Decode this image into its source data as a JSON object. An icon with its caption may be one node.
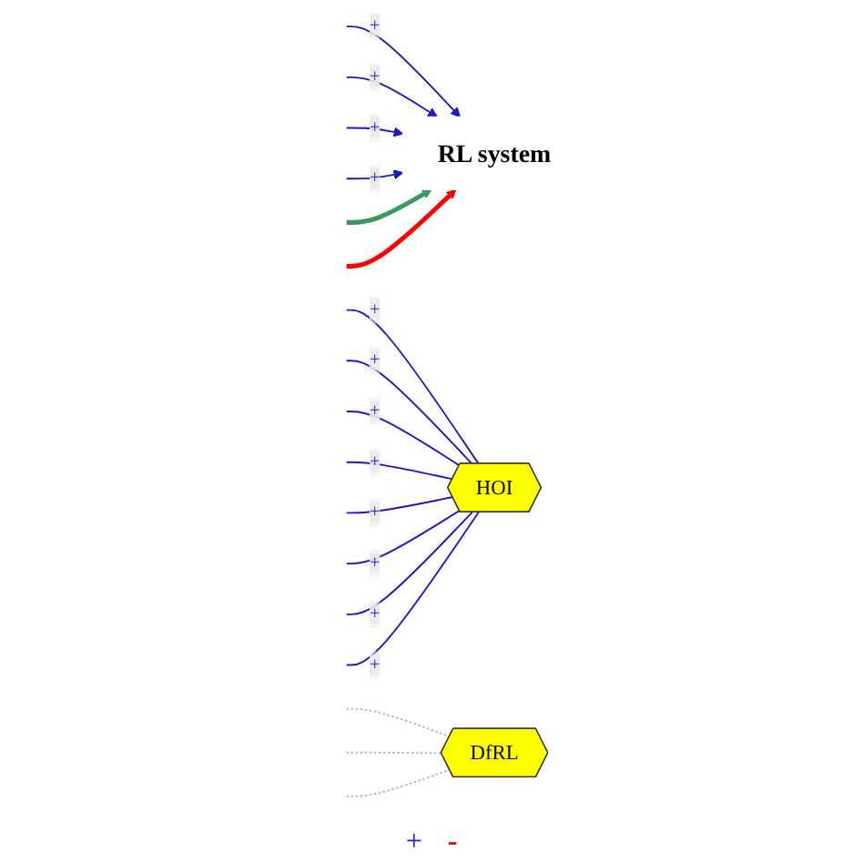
{
  "diagram": {
    "nodes": [
      {
        "text": [
          "RL system"
        ]
      },
      {
        "text": [
          "HOI"
        ]
      },
      {
        "text": [
          "DfRL"
        ]
      }
    ],
    "edges": [
      {
        "from": null,
        "to": 0,
        "arrow": "to",
        "label": "+"
      },
      {
        "from": null,
        "to": 0,
        "arrow": "to",
        "label": "+"
      },
      {
        "from": null,
        "to": 0,
        "arrow": "to",
        "label": "+"
      },
      {
        "from": null,
        "to": 0,
        "arrow": "to",
        "label": "+"
      },
      {
        "from": null,
        "to": 0,
        "arrow": "to",
        "style": "thick",
        "color": "#3a9a5e"
      },
      {
        "from": null,
        "to": 0,
        "arrow": "to",
        "style": "thick",
        "color": "#ff0000"
      },
      {
        "from": null,
        "to": 1,
        "arrow": "none",
        "label": "+"
      },
      {
        "from": null,
        "to": 1,
        "arrow": "none",
        "label": "+"
      },
      {
        "from": null,
        "to": 1,
        "arrow": "none",
        "label": "+"
      },
      {
        "from": null,
        "to": 1,
        "arrow": "none",
        "label": "+"
      },
      {
        "from": null,
        "to": 1,
        "arrow": "none",
        "label": "+"
      },
      {
        "from": null,
        "to": 1,
        "arrow": "none",
        "label": "+"
      },
      {
        "from": null,
        "to": 1,
        "arrow": "none",
        "label": "+"
      },
      {
        "from": null,
        "to": 1,
        "arrow": "none",
        "label": "+"
      },
      {
        "from": null,
        "to": 2,
        "arrow": "none",
        "style": "dashed",
        "color": "#b0b4d8"
      },
      {
        "from": null,
        "to": 2,
        "arrow": "none",
        "style": "dashed",
        "color": "#b0b4d8"
      },
      {
        "from": null,
        "to": 2,
        "arrow": "none",
        "style": "dashed",
        "color": "#b0b4d8"
      }
    ],
    "labels": [
      "+",
      "-"
    ]
  }
}
